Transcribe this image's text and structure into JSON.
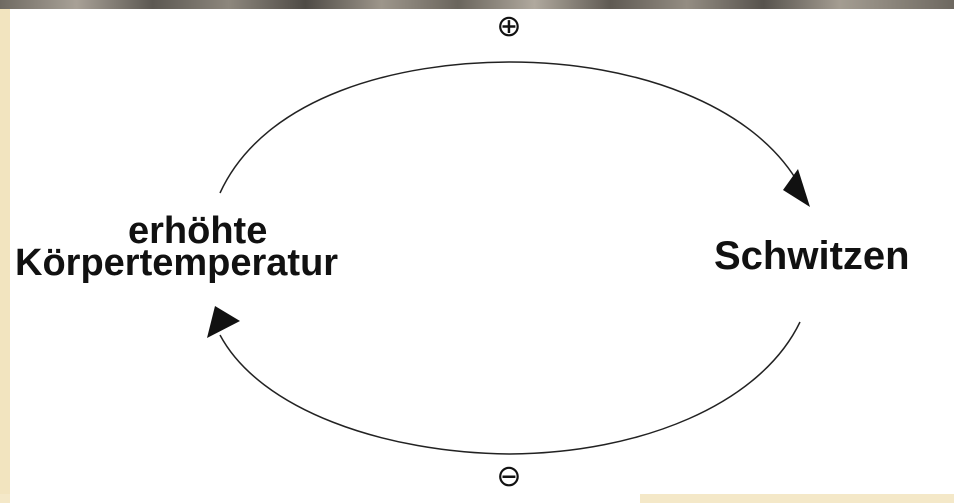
{
  "labels": {
    "left_line1": "erhöhte",
    "left_line2": "Körpertemperatur",
    "right": "Schwitzen"
  },
  "signs": {
    "top": "⊕",
    "bottom": "⊖"
  },
  "colors": {
    "background": "#ffffff",
    "ink": "#111111",
    "left_strip": "#f2e4bf"
  }
}
